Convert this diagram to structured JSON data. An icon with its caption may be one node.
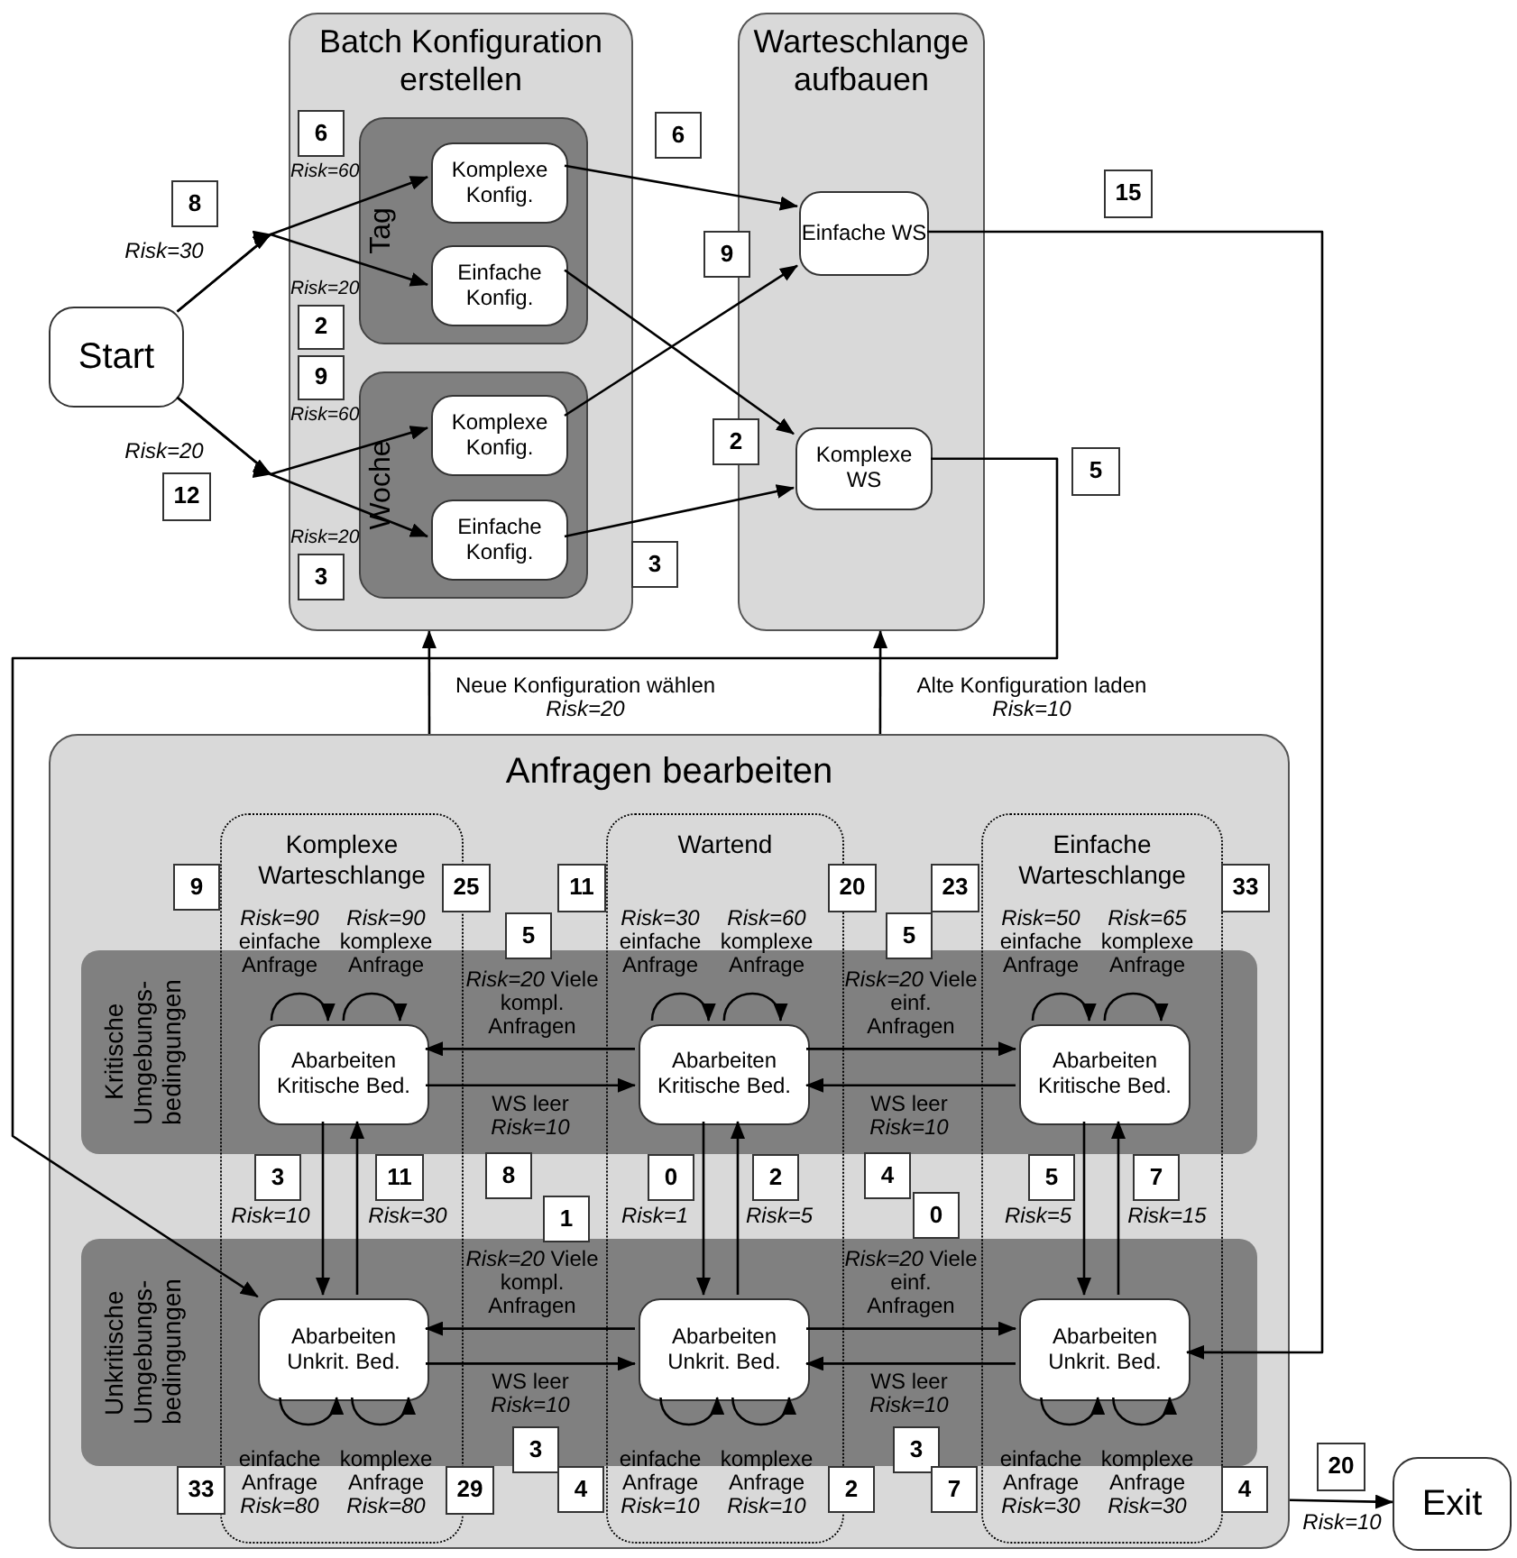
{
  "diagram": {
    "nodes": [
      {
        "text": [
          "Start"
        ]
      },
      {
        "text": [
          "Batch Konfiguration erstellen"
        ]
      },
      {
        "text": [
          "Tag"
        ],
        "in": 1
      },
      {
        "text": [
          "Komplexe Konfig."
        ],
        "in": 2
      },
      {
        "text": [
          "Einfache Konfig."
        ],
        "in": 2
      },
      {
        "text": [
          "Woche"
        ],
        "in": 1
      },
      {
        "text": [
          "Komplexe Konfig."
        ],
        "in": 5
      },
      {
        "text": [
          "Einfache Konfig."
        ],
        "in": 5
      },
      {
        "text": [
          "Warteschlange aufbauen"
        ]
      },
      {
        "text": [
          "Einfache WS"
        ],
        "in": 8
      },
      {
        "text": [
          "Komplexe WS"
        ],
        "in": 8
      },
      {
        "text": [
          "Anfragen bearbeiten"
        ]
      },
      {
        "text": [
          "Komplexe Warteschlange"
        ],
        "in": 11
      },
      {
        "text": [
          "Wartend"
        ],
        "in": 11
      },
      {
        "text": [
          "Einfache Warteschlange"
        ],
        "in": 11
      },
      {
        "text": [
          "Abarbeiten Kritische Bed."
        ],
        "in": 12
      },
      {
        "text": [
          "Abarbeiten Unkrit. Bed."
        ],
        "in": 12
      },
      {
        "text": [
          "Abarbeiten Kritische Bed."
        ],
        "in": 13
      },
      {
        "text": [
          "Abarbeiten Unkrit. Bed."
        ],
        "in": 13
      },
      {
        "text": [
          "Abarbeiten Kritische Bed."
        ],
        "in": 14
      },
      {
        "text": [
          "Abarbeiten Unkrit. Bed."
        ],
        "in": 14
      },
      {
        "text": [
          "Exit"
        ]
      },
      {
        "text": [
          "6"
        ],
        "in": 1
      },
      {
        "text": [
          "8"
        ]
      },
      {
        "text": [
          "6"
        ]
      },
      {
        "text": [
          "15"
        ]
      },
      {
        "text": [
          "2"
        ],
        "in": 1
      },
      {
        "text": [
          "9"
        ]
      },
      {
        "text": [
          "9"
        ],
        "in": 1
      },
      {
        "text": [
          "12"
        ]
      },
      {
        "text": [
          "2"
        ]
      },
      {
        "text": [
          "5"
        ]
      },
      {
        "text": [
          "3"
        ],
        "in": 1
      },
      {
        "text": [
          "3"
        ]
      },
      {
        "text": [
          "9"
        ],
        "in": 11
      },
      {
        "text": [
          "25"
        ],
        "in": 11
      },
      {
        "text": [
          "11"
        ],
        "in": 11
      },
      {
        "text": [
          "20"
        ],
        "in": 11
      },
      {
        "text": [
          "23"
        ],
        "in": 11
      },
      {
        "text": [
          "33"
        ],
        "in": 11
      },
      {
        "text": [
          "5"
        ],
        "in": 11
      },
      {
        "text": [
          "5"
        ],
        "in": 11
      },
      {
        "text": [
          "3"
        ],
        "in": 12
      },
      {
        "text": [
          "11"
        ],
        "in": 12
      },
      {
        "text": [
          "8"
        ],
        "in": 11
      },
      {
        "text": [
          "0"
        ],
        "in": 13
      },
      {
        "text": [
          "2"
        ],
        "in": 13
      },
      {
        "text": [
          "4"
        ],
        "in": 11
      },
      {
        "text": [
          "5"
        ],
        "in": 14
      },
      {
        "text": [
          "7"
        ],
        "in": 14
      },
      {
        "text": [
          "1"
        ],
        "in": 11
      },
      {
        "text": [
          "0"
        ],
        "in": 11
      },
      {
        "text": [
          "3"
        ],
        "in": 11
      },
      {
        "text": [
          "3"
        ],
        "in": 11
      },
      {
        "text": [
          "33"
        ],
        "in": 11
      },
      {
        "text": [
          "29"
        ],
        "in": 11
      },
      {
        "text": [
          "4"
        ],
        "in": 11
      },
      {
        "text": [
          "2"
        ],
        "in": 11
      },
      {
        "text": [
          "7"
        ],
        "in": 11
      },
      {
        "text": [
          "4"
        ],
        "in": 11
      },
      {
        "text": [
          "20"
        ]
      }
    ],
    "edges": [
      {
        "from": 0,
        "to": 3,
        "arrow": "to",
        "label": "Risk=60"
      },
      {
        "from": 0,
        "to": 4,
        "arrow": "to",
        "label": "Risk=20"
      },
      {
        "from": 0,
        "to": 6,
        "arrow": "to",
        "label": "Risk=60"
      },
      {
        "from": 0,
        "to": 7,
        "arrow": "to",
        "label": "Risk=20"
      },
      {
        "from": 3,
        "to": 9,
        "arrow": "to"
      },
      {
        "from": 4,
        "to": 10,
        "arrow": "to"
      },
      {
        "from": 6,
        "to": 9,
        "arrow": "to"
      },
      {
        "from": 7,
        "to": 10,
        "arrow": "to"
      },
      {
        "from": 9,
        "to": 20,
        "arrow": "to"
      },
      {
        "from": 10,
        "to": 16,
        "arrow": "to"
      },
      {
        "from": 11,
        "to": 1,
        "arrow": "to",
        "label": "Neue Konfiguration wählen *Risk=20*"
      },
      {
        "from": 11,
        "to": 8,
        "arrow": "to",
        "label": "Alte Konfiguration laden *Risk=10*"
      },
      {
        "from": 15,
        "to": 15,
        "arrow": "to",
        "label": "*Risk=90* einfache Anfrage"
      },
      {
        "from": 15,
        "to": 15,
        "arrow": "to",
        "label": "*Risk=90* komplexe Anfrage"
      },
      {
        "from": 17,
        "to": 17,
        "arrow": "to",
        "label": "*Risk=30* einfache Anfrage"
      },
      {
        "from": 17,
        "to": 17,
        "arrow": "to",
        "label": "*Risk=60* komplexe Anfrage"
      },
      {
        "from": 19,
        "to": 19,
        "arrow": "to",
        "label": "*Risk=50* einfache Anfrage"
      },
      {
        "from": 19,
        "to": 19,
        "arrow": "to",
        "label": "*Risk=65* komplexe Anfrage"
      },
      {
        "from": 17,
        "to": 15,
        "arrow": "to",
        "label": "*Risk=20* Viele kompl. Anfragen"
      },
      {
        "from": 15,
        "to": 17,
        "arrow": "to",
        "label": "WS leer *Risk=10*"
      },
      {
        "from": 17,
        "to": 19,
        "arrow": "to",
        "label": "*Risk=20* Viele einf. Anfragen"
      },
      {
        "from": 19,
        "to": 17,
        "arrow": "to",
        "label": "WS leer *Risk=10*"
      },
      {
        "from": 15,
        "to": 16,
        "arrow": "to",
        "label": "Risk=10"
      },
      {
        "from": 16,
        "to": 15,
        "arrow": "to",
        "label": "Risk=30"
      },
      {
        "from": 17,
        "to": 18,
        "arrow": "to",
        "label": "Risk=1"
      },
      {
        "from": 18,
        "to": 17,
        "arrow": "to",
        "label": "Risk=5"
      },
      {
        "from": 19,
        "to": 20,
        "arrow": "to",
        "label": "Risk=5"
      },
      {
        "from": 20,
        "to": 19,
        "arrow": "to",
        "label": "Risk=15"
      },
      {
        "from": 18,
        "to": 16,
        "arrow": "to",
        "label": "*Risk=20* Viele kompl. Anfragen"
      },
      {
        "from": 16,
        "to": 18,
        "arrow": "to",
        "label": "WS leer *Risk=10*"
      },
      {
        "from": 18,
        "to": 20,
        "arrow": "to",
        "label": "*Risk=20* Viele einf. Anfragen"
      },
      {
        "from": 20,
        "to": 18,
        "arrow": "to",
        "label": "WS leer *Risk=10*"
      },
      {
        "from": 16,
        "to": 16,
        "arrow": "to",
        "label": "einfache Anfrage *Risk=80*"
      },
      {
        "from": 16,
        "to": 16,
        "arrow": "to",
        "label": "komplexe Anfrage *Risk=80*"
      },
      {
        "from": 18,
        "to": 18,
        "arrow": "to",
        "label": "einfache Anfrage *Risk=10*"
      },
      {
        "from": 18,
        "to": 18,
        "arrow": "to",
        "label": "komplexe Anfrage *Risk=10*"
      },
      {
        "from": 20,
        "to": 20,
        "arrow": "to",
        "label": "einfache Anfrage *Risk=30*"
      },
      {
        "from": 20,
        "to": 20,
        "arrow": "to",
        "label": "komplexe Anfrage *Risk=30*"
      },
      {
        "from": 11,
        "to": 21,
        "arrow": "to",
        "label": "Risk=10"
      }
    ],
    "labels": [
      "Risk=30",
      "Risk=20",
      "Kritische Umgebungs- bedingungen",
      "Unkritische Umgebungs- bedingungen"
    ]
  }
}
